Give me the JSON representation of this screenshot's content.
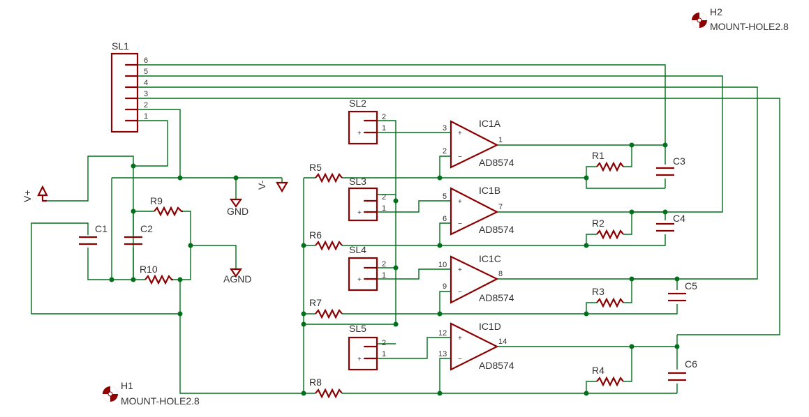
{
  "header": {
    "sl1": "SL1",
    "h1": "H1",
    "h2": "H2",
    "mount": "MOUNT-HOLE2.8"
  },
  "sl1": {
    "pins": [
      "6",
      "5",
      "4",
      "3",
      "2",
      "1"
    ]
  },
  "power": {
    "vplus": "V+",
    "vminus": "V-",
    "gnd": "GND",
    "agnd": "AGND"
  },
  "parts": {
    "c1": "C1",
    "c2": "C2",
    "c3": "C3",
    "c4": "C4",
    "c5": "C5",
    "c6": "C6",
    "r9": "R9",
    "r10": "R10",
    "r1": "R1",
    "r2": "R2",
    "r3": "R3",
    "r4": "R4",
    "r5": "R5",
    "r6": "R6",
    "r7": "R7",
    "r8": "R8"
  },
  "connectors": {
    "sl2": "SL2",
    "sl3": "SL3",
    "sl4": "SL4",
    "sl5": "SL5",
    "p1": "1",
    "p2": "2"
  },
  "opamps": {
    "model": "AD8574",
    "a": {
      "name": "IC1A",
      "plus": "3",
      "minus": "2",
      "out": "1"
    },
    "b": {
      "name": "IC1B",
      "plus": "5",
      "minus": "6",
      "out": "7"
    },
    "c": {
      "name": "IC1C",
      "plus": "10",
      "minus": "9",
      "out": "8"
    },
    "d": {
      "name": "IC1D",
      "plus": "12",
      "minus": "13",
      "out": "14"
    }
  },
  "signs": {
    "plus": "+",
    "minus": "−"
  }
}
